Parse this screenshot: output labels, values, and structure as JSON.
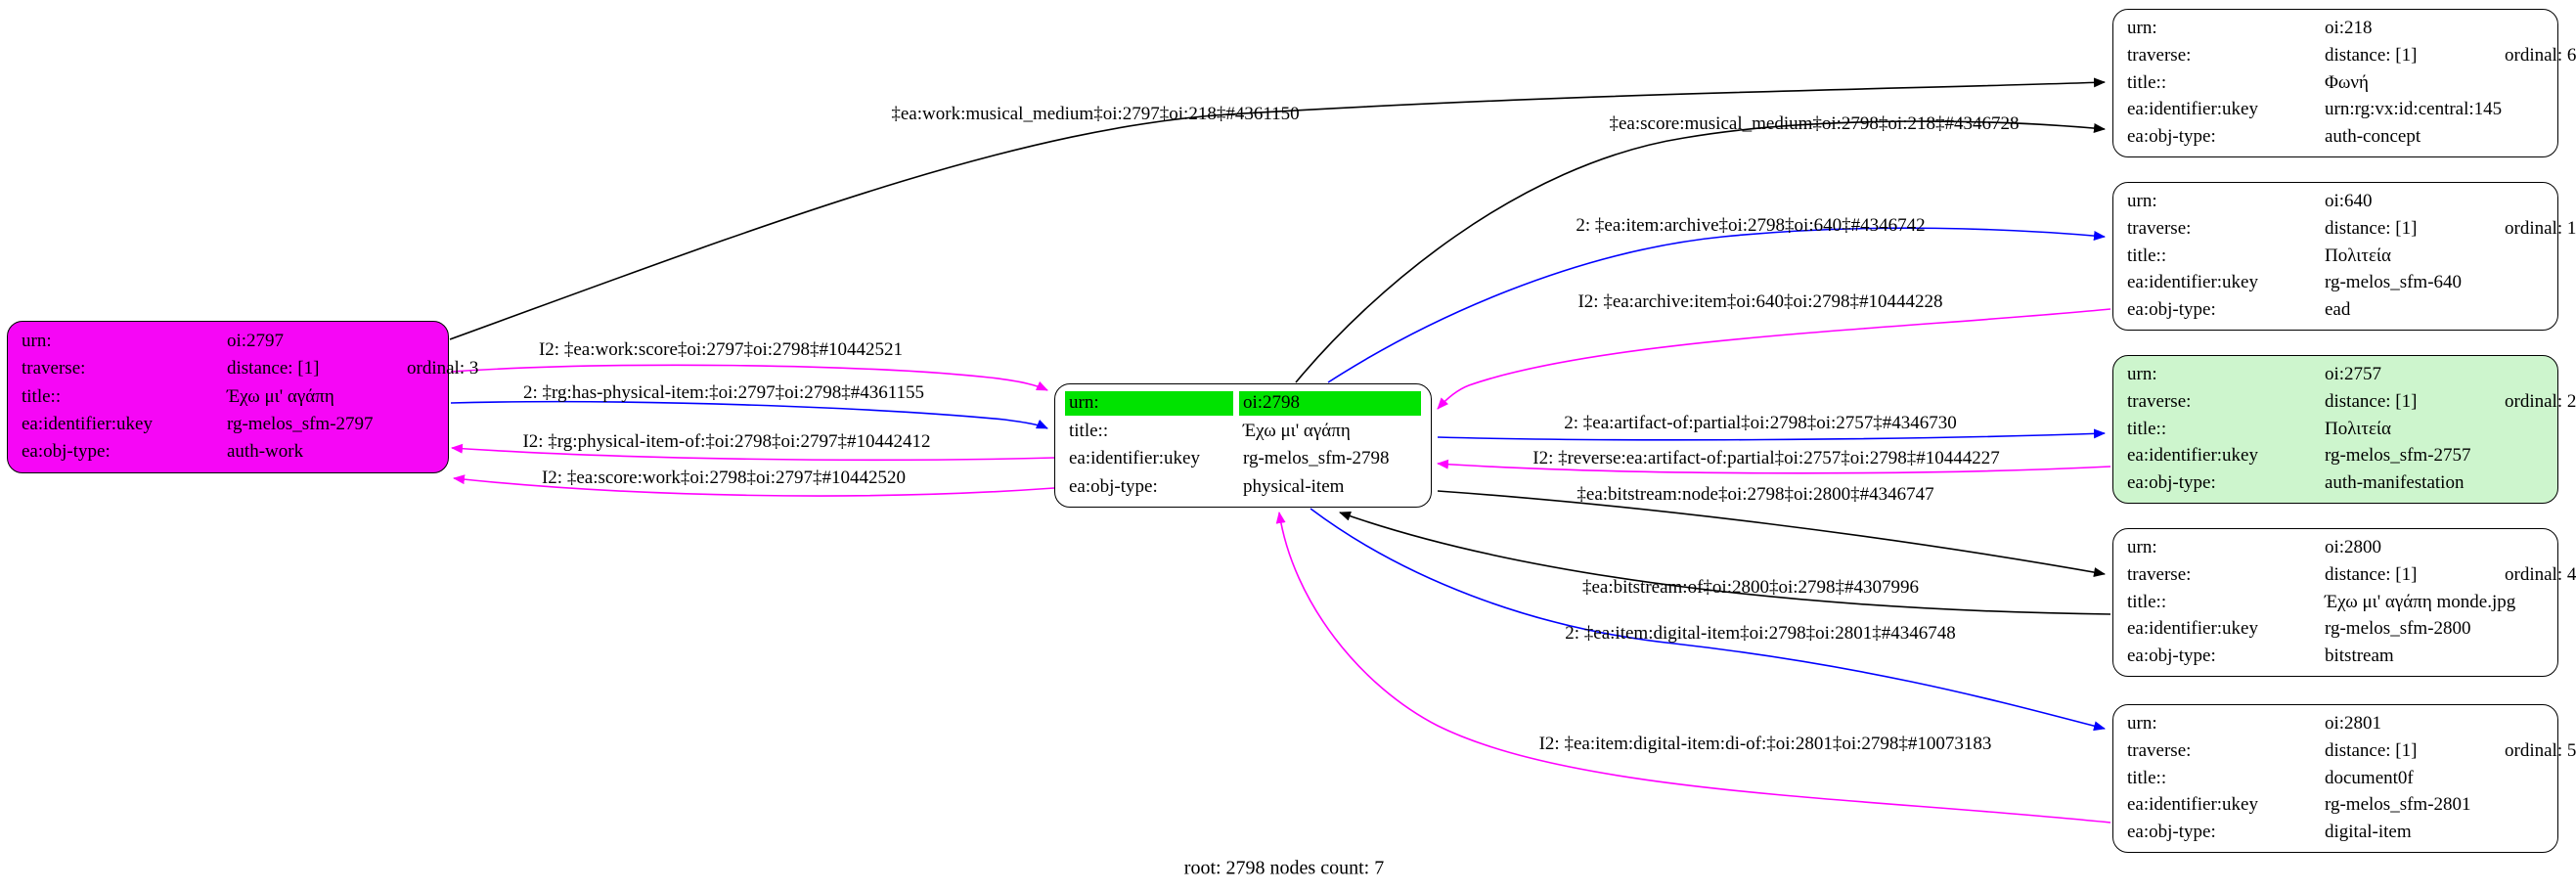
{
  "footer": "root: 2798 nodes count: 7",
  "colors": {
    "black": "#000000",
    "blue": "#0000ff",
    "magenta": "#ff00ff",
    "node_magenta": "#f606f6",
    "highlight_green": "#00e300",
    "pale_green": "#cdf5cd",
    "white": "#ffffff"
  },
  "nodes": [
    {
      "id": "2797",
      "fill": "#f606f6",
      "rows": [
        {
          "label": "urn:",
          "value": "oi:2797"
        },
        {
          "label": "traverse:",
          "value": "distance: [1]",
          "value2": "ordinal: 3"
        },
        {
          "label": "title::",
          "value": "Έχω μι' αγάπη"
        },
        {
          "label": "ea:identifier:ukey",
          "value": "rg-melos_sfm-2797"
        },
        {
          "label": "ea:obj-type:",
          "value": "auth-work"
        }
      ]
    },
    {
      "id": "2798",
      "fill": "#ffffff",
      "rows": [
        {
          "label": "urn:",
          "value": "oi:2798",
          "highlight": true
        },
        {
          "label": "title::",
          "value": "Έχω μι' αγάπη"
        },
        {
          "label": "ea:identifier:ukey",
          "value": "rg-melos_sfm-2798"
        },
        {
          "label": "ea:obj-type:",
          "value": "physical-item"
        }
      ]
    },
    {
      "id": "218",
      "fill": "#ffffff",
      "rows": [
        {
          "label": "urn:",
          "value": "oi:218"
        },
        {
          "label": "traverse:",
          "value": "distance: [1]",
          "value2": "ordinal: 6"
        },
        {
          "label": "title::",
          "value": "Φωνή"
        },
        {
          "label": "ea:identifier:ukey",
          "value": "urn:rg:vx:id:central:145"
        },
        {
          "label": "ea:obj-type:",
          "value": "auth-concept"
        }
      ]
    },
    {
      "id": "640",
      "fill": "#ffffff",
      "rows": [
        {
          "label": "urn:",
          "value": "oi:640"
        },
        {
          "label": "traverse:",
          "value": "distance: [1]",
          "value2": "ordinal: 1"
        },
        {
          "label": "title::",
          "value": "Πολιτεία"
        },
        {
          "label": "ea:identifier:ukey",
          "value": "rg-melos_sfm-640"
        },
        {
          "label": "ea:obj-type:",
          "value": "ead"
        }
      ]
    },
    {
      "id": "2757",
      "fill": "#cdf5cd",
      "rows": [
        {
          "label": "urn:",
          "value": "oi:2757"
        },
        {
          "label": "traverse:",
          "value": "distance: [1]",
          "value2": "ordinal: 2"
        },
        {
          "label": "title::",
          "value": "Πολιτεία"
        },
        {
          "label": "ea:identifier:ukey",
          "value": "rg-melos_sfm-2757"
        },
        {
          "label": "ea:obj-type:",
          "value": "auth-manifestation"
        }
      ]
    },
    {
      "id": "2800",
      "fill": "#ffffff",
      "rows": [
        {
          "label": "urn:",
          "value": "oi:2800"
        },
        {
          "label": "traverse:",
          "value": "distance: [1]",
          "value2": "ordinal: 4"
        },
        {
          "label": "title::",
          "value": "Έχω μι' αγάπη monde.jpg"
        },
        {
          "label": "ea:identifier:ukey",
          "value": "rg-melos_sfm-2800"
        },
        {
          "label": "ea:obj-type:",
          "value": "bitstream"
        }
      ]
    },
    {
      "id": "2801",
      "fill": "#ffffff",
      "rows": [
        {
          "label": "urn:",
          "value": "oi:2801"
        },
        {
          "label": "traverse:",
          "value": "distance: [1]",
          "value2": "ordinal: 5"
        },
        {
          "label": "title::",
          "value": "document0f"
        },
        {
          "label": "ea:identifier:ukey",
          "value": "rg-melos_sfm-2801"
        },
        {
          "label": "ea:obj-type:",
          "value": "digital-item"
        }
      ]
    }
  ],
  "edges": [
    {
      "label": "‡ea:work:musical_medium‡oi:2797‡oi:218‡#4361150",
      "color": "black"
    },
    {
      "label": "‡ea:score:musical_medium‡oi:2798‡oi:218‡#4346728",
      "color": "black"
    },
    {
      "label": "I2: ‡ea:work:score‡oi:2797‡oi:2798‡#10442521",
      "color": "magenta"
    },
    {
      "label": "2: ‡rg:has-physical-item:‡oi:2797‡oi:2798‡#4361155",
      "color": "blue"
    },
    {
      "label": "I2: ‡rg:physical-item-of:‡oi:2798‡oi:2797‡#10442412",
      "color": "magenta"
    },
    {
      "label": "I2: ‡ea:score:work‡oi:2798‡oi:2797‡#10442520",
      "color": "magenta"
    },
    {
      "label": "2: ‡ea:item:archive‡oi:2798‡oi:640‡#4346742",
      "color": "blue"
    },
    {
      "label": "I2: ‡ea:archive:item‡oi:640‡oi:2798‡#10444228",
      "color": "magenta"
    },
    {
      "label": "2: ‡ea:artifact-of:partial‡oi:2798‡oi:2757‡#4346730",
      "color": "blue"
    },
    {
      "label": "I2: ‡reverse:ea:artifact-of:partial‡oi:2757‡oi:2798‡#10444227",
      "color": "magenta"
    },
    {
      "label": "‡ea:bitstream:node‡oi:2798‡oi:2800‡#4346747",
      "color": "black"
    },
    {
      "label": "‡ea:bitstream:of‡oi:2800‡oi:2798‡#4307996",
      "color": "black"
    },
    {
      "label": "2: ‡ea:item:digital-item‡oi:2798‡oi:2801‡#4346748",
      "color": "blue"
    },
    {
      "label": "I2: ‡ea:item:digital-item:di-of:‡oi:2801‡oi:2798‡#10073183",
      "color": "magenta"
    }
  ]
}
